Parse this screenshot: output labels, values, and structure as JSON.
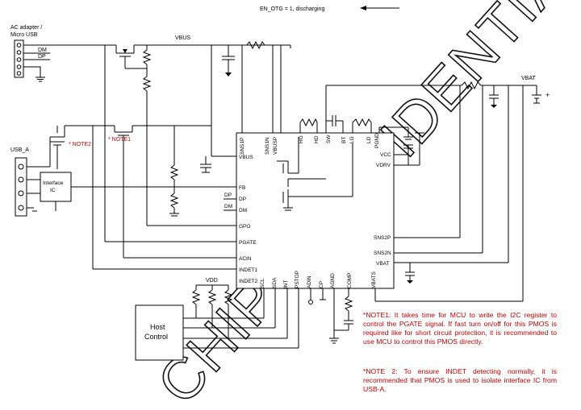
{
  "header": {
    "otg_label": "EN_OTG = 1, discharging"
  },
  "labels": {
    "ac_adapter": [
      "AC adapter /",
      "Micro USB"
    ],
    "usb_a": "USB_A",
    "dm": "DM",
    "dp": "DP",
    "vbus": "VBUS",
    "vbat": "VBAT",
    "vdd": "VDD",
    "interface_ic": [
      "Interface",
      "IC"
    ],
    "host_control": [
      "Host",
      "Control"
    ],
    "note1_tag": "* NOTE1",
    "note2_tag": "* NOTE2",
    "plus": "+"
  },
  "chip_pins": {
    "top": [
      "SNS1P",
      "SNS1N",
      "VBUSP",
      "HG",
      "HD",
      "SW",
      "BT",
      "LG",
      "LD",
      "PGND"
    ],
    "left": [
      "VBUS",
      "FB",
      "DP",
      "DM",
      "GPO",
      "PGATE",
      "ACIN",
      "INDET1",
      "INDET2"
    ],
    "right": [
      "VCC",
      "VDRV",
      "SNS2P",
      "SNS2N",
      "VBAT"
    ],
    "bottom": [
      "SCL",
      "SDA",
      "INT",
      "PSTOP",
      "ADIN",
      "CP",
      "AGND",
      "COMP",
      "VBATS"
    ]
  },
  "notes": [
    "*NOTE1: It takes time for MCU to write the I2C register to control the PGATE signal. If fast turn on/off for this PMOS is required like for short circuit protection, it is recommended to use MCU to control this PMOS directly.",
    "*NOTE 2: To ensure INDET detecting normally, it is recommended that PMOS is used to isolate interface IC from USB-A."
  ],
  "watermark": "CHIP CONFIDENTIAL"
}
